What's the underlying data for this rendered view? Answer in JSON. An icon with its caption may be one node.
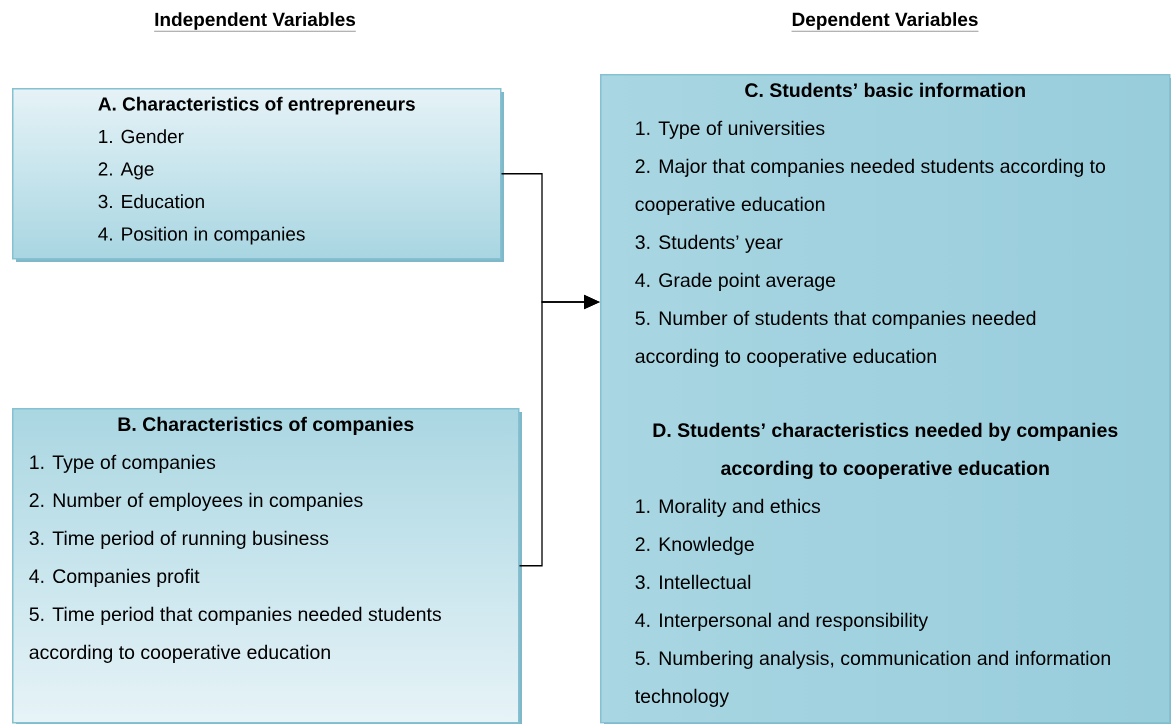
{
  "diagram": {
    "nodes": [
      {
        "text": [
          "A. Characteristics of entrepreneurs",
          "1. Gender",
          "2. Age",
          "3. Education",
          "4. Position in companies"
        ]
      },
      {
        "text": [
          "B. Characteristics of companies",
          "1. Type of companies",
          "2. Number of employees in companies",
          "3. Time period of running business",
          "4. Companies profit",
          "5. Time period that companies needed students according to cooperative education"
        ]
      },
      {
        "text": [
          "C. Students’ basic information",
          "1. Type of universities",
          "2. Major that companies needed students according to cooperative education",
          "3. Students’ year",
          "4. Grade point average",
          "5. Number of students that companies needed according to cooperative education",
          "D. Students’ characteristics needed by companies according to cooperative education",
          "1. Morality and ethics",
          "2. Knowledge",
          "3. Intellectual",
          "4. Interpersonal and responsibility",
          "5. Numbering analysis, communication and information technology"
        ]
      }
    ],
    "edges": [
      {
        "from": 0,
        "to": 2,
        "arrow": "to"
      },
      {
        "from": 1,
        "to": 2,
        "arrow": "to"
      }
    ],
    "labels": [
      "Independent Variables",
      "Dependent Variables"
    ]
  }
}
